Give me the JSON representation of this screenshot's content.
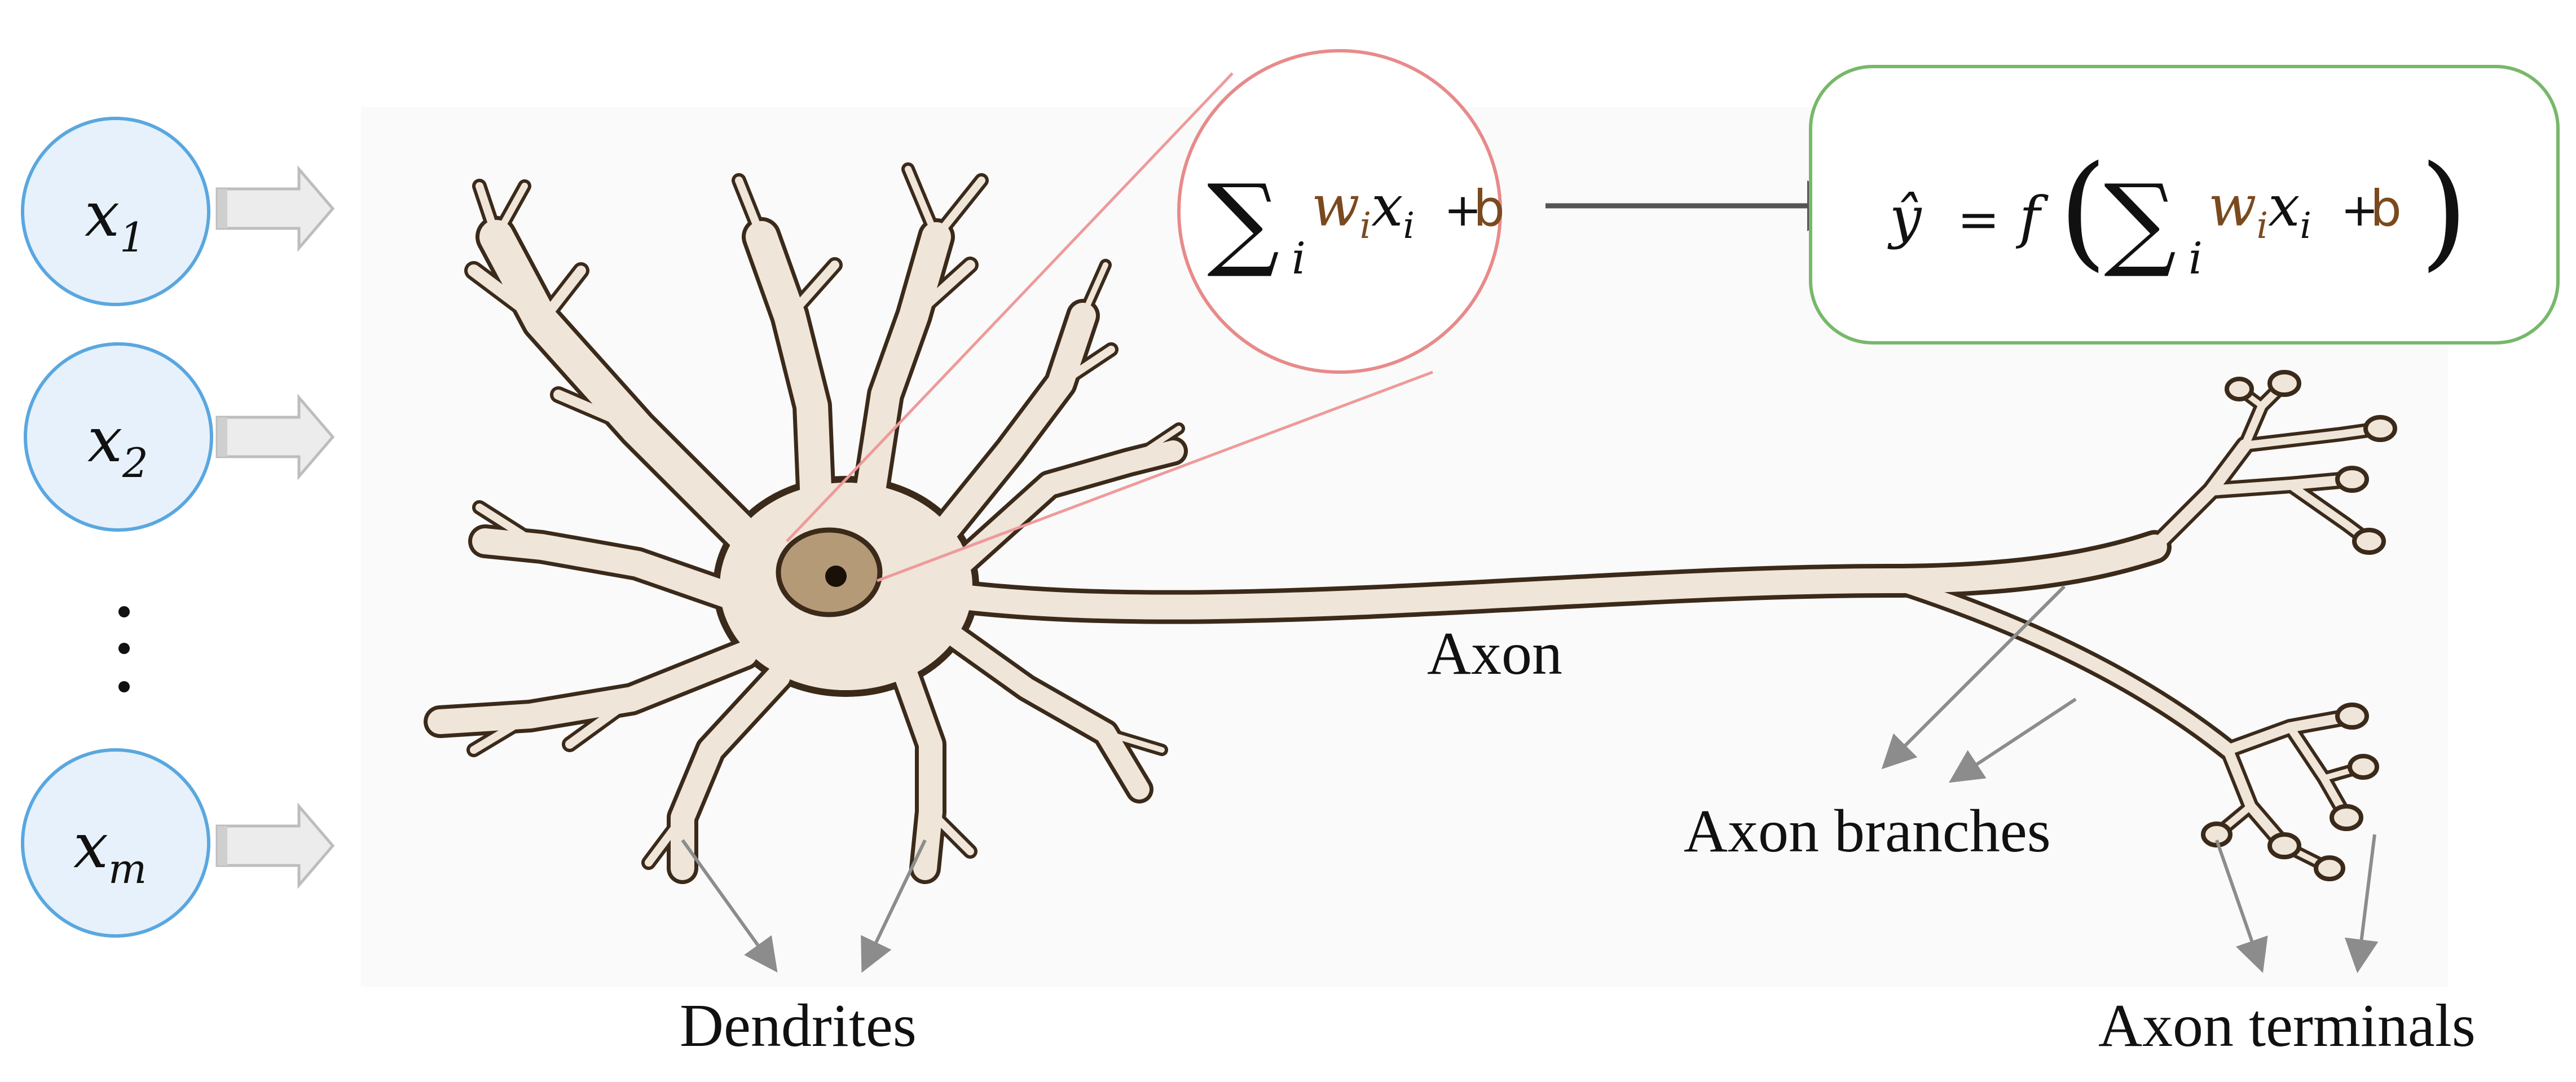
{
  "inputs": [
    {
      "base": "x",
      "sub": "1"
    },
    {
      "base": "x",
      "sub": "2"
    },
    {
      "base": "x",
      "sub": "m"
    }
  ],
  "labels": {
    "axon": "Axon",
    "dendrites": "Dendrites",
    "axon_branches": "Axon branches",
    "axon_terminals": "Axon terminals"
  },
  "summation": {
    "sigma": "∑",
    "index": "i",
    "weight": "w",
    "weight_sub": "i",
    "var": "x",
    "var_sub": "i",
    "plus": "+",
    "bias": "b"
  },
  "output": {
    "y": "ŷ",
    "equals": "=",
    "func": "f",
    "open_paren": "(",
    "close_paren": ")"
  },
  "colors": {
    "input_circle_stroke": "#5aa7df",
    "input_circle_fill": "#e6f1fb",
    "zoom_circle_stroke": "#e88a8a",
    "output_box_stroke": "#77b86a",
    "neuron_body": "#efe5d8",
    "neuron_outline": "#3b2a1a",
    "nucleus": "#b59a77",
    "coefficient": "#7a4a1e",
    "pointer": "#8c8c8c"
  }
}
